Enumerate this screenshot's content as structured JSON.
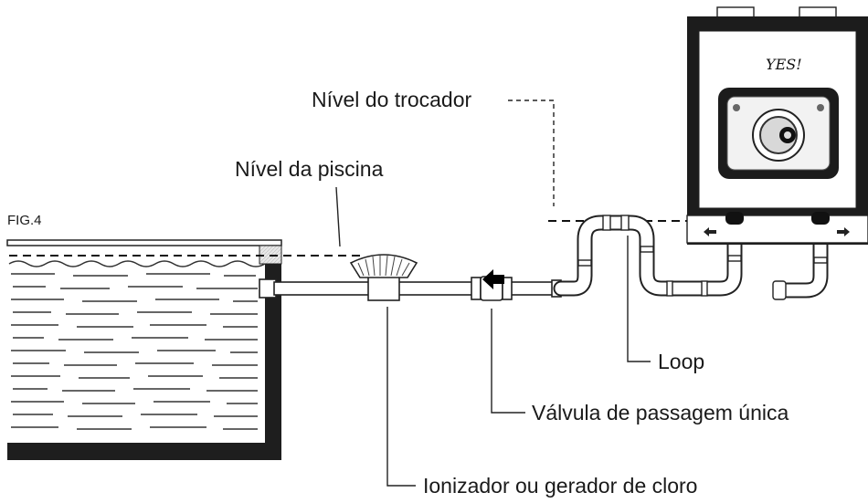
{
  "figure_label": "FIG.4",
  "labels": {
    "exchanger_level": "Nível do trocador",
    "pool_level": "Nível da piscina",
    "loop": "Loop",
    "check_valve": "Válvula de passagem única",
    "ionizer": "Ionizador ou gerador de cloro"
  },
  "heater": {
    "brand": "YES!"
  },
  "icons": {
    "flow_arrow": "left-arrow-icon"
  }
}
